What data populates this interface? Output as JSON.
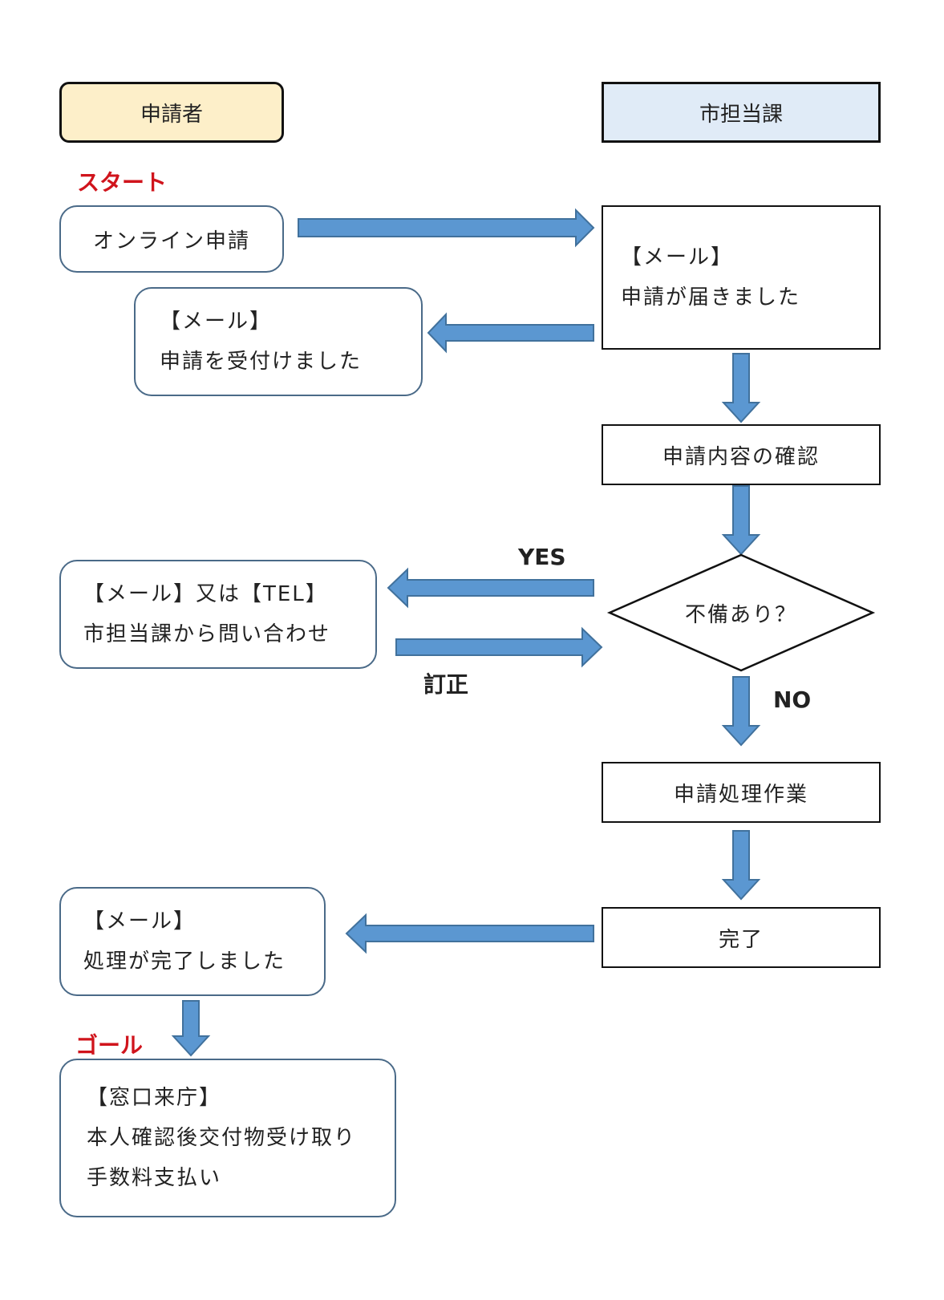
{
  "headers": {
    "applicant": "申請者",
    "city": "市担当課"
  },
  "start_label": "スタート",
  "goal_label": "ゴール",
  "nodes": {
    "online_application": "オンライン申請",
    "mail_received": [
      "【メール】",
      "申請が届きました"
    ],
    "mail_accepted": [
      "【メール】",
      "申請を受付けました"
    ],
    "content_check": "申請内容の確認",
    "decision": "不備あり？",
    "inquiry": [
      "【メール】又は【TEL】",
      "市担当課から問い合わせ"
    ],
    "processing": "申請処理作業",
    "complete": "完了",
    "mail_done": [
      "【メール】",
      "処理が完了しました"
    ],
    "counter_visit": [
      "【窓口来庁】",
      "本人確認後交付物受け取り",
      "手数料支払い"
    ]
  },
  "edge_labels": {
    "yes": "YES",
    "no": "NO",
    "correction": "訂正"
  },
  "colors": {
    "arrow_fill": "#5b97d1",
    "arrow_stroke": "#41719c",
    "accent_red": "#d0141c",
    "applicant_header_bg": "#fdefc9",
    "city_header_bg": "#e0ebf7"
  }
}
